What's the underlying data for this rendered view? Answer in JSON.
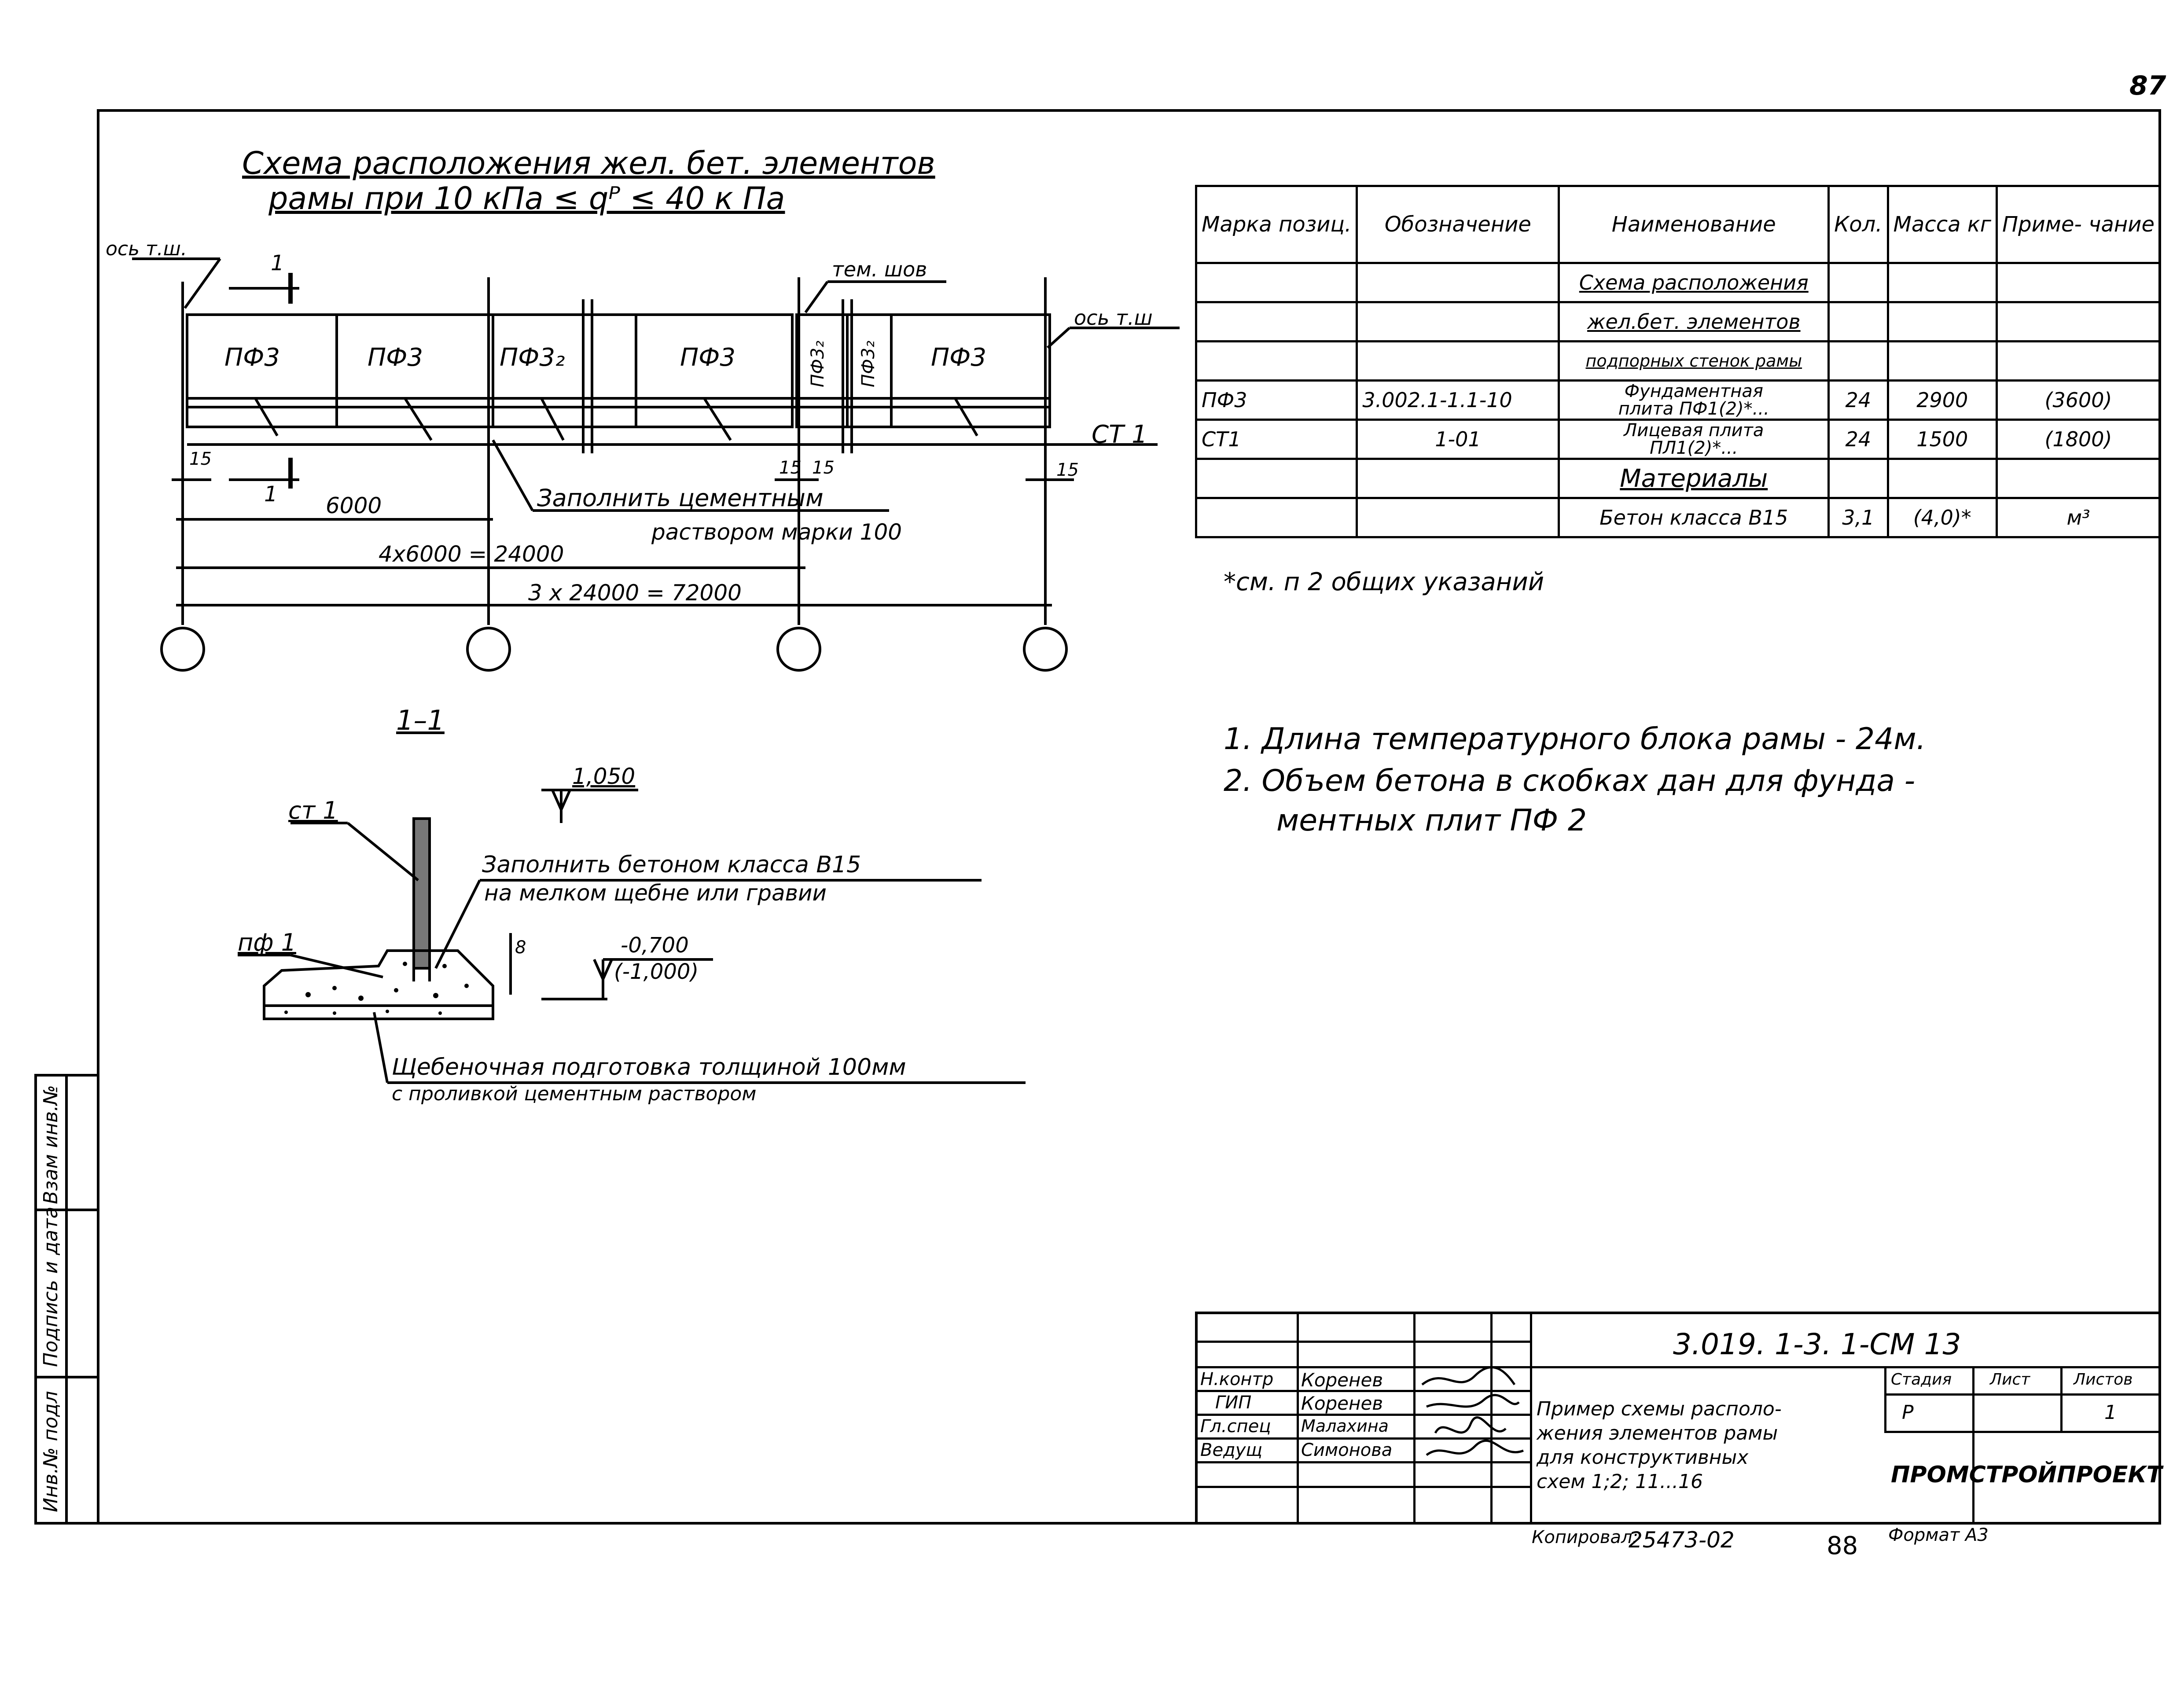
{
  "page": {
    "number": "87"
  },
  "scheme": {
    "title_line1": "Схема расположения жел. бет. элементов",
    "title_line2": "рамы при 10 кПа ≤ qᴾ ≤ 40 к Па",
    "axis_left": "ось т.ш.",
    "axis_right": "ось т.ш",
    "temp_joint": "тем. шов",
    "section_mark": "1",
    "slabs": [
      "ПФ3",
      "ПФ3",
      "ПФ3₂",
      "ПФ3",
      "ПФ3₂",
      "ПФ3₂",
      "ПФ3"
    ],
    "wall_label": "СТ 1",
    "gap_15": "15",
    "dim_6000": "6000",
    "dim_24000": "4х6000 = 24000",
    "dim_72000": "3 х 24000 = 72000",
    "fill_note_line1": "Заполнить цементным",
    "fill_note_line2": "раствором марки 100"
  },
  "section": {
    "title": "1–1",
    "level_top": "1,050",
    "wall_label": "ст 1",
    "slab_label": "пф 1",
    "fill_note_line1": "Заполнить бетоном класса В15",
    "fill_note_line2": "на мелком щебне или гравии",
    "level_bottom": "-0,700",
    "level_bottom_alt": "(-1,000)",
    "dim_side": "8",
    "gravel_line1": "Щебеночная подготовка толщиной 100мм",
    "gravel_line2": "с проливкой цементным раствором"
  },
  "spec_table": {
    "headers": {
      "mark": "Марка позиц.",
      "designation": "Обозначение",
      "name": "Наименование",
      "qty": "Кол.",
      "mass": "Масса кг",
      "note": "Приме- чание"
    },
    "group_lines": [
      "Схема расположения",
      "жел.бет. элементов",
      "подпорных стенок рамы"
    ],
    "rows": [
      {
        "mark": "ПФ3",
        "designation": "3.002.1-1.1-10",
        "name_line1": "Фундаментная",
        "name_line2": "плита ПФ1(2)*...",
        "qty": "24",
        "mass": "2900",
        "note": "(3600)"
      },
      {
        "mark": "СТ1",
        "designation": "1-01",
        "name_line1": "Лицевая плита",
        "name_line2": "ПЛ1(2)*...",
        "qty": "24",
        "mass": "1500",
        "note": "(1800)"
      }
    ],
    "materials_header": "Материалы",
    "material": {
      "name": "Бетон класса В15",
      "qty": "3,1",
      "mass": "(4,0)*",
      "note": "м³"
    }
  },
  "footnote": "*см. п 2 общих указаний",
  "notes": [
    "1. Длина температурного блока рамы - 24м.",
    "2. Объем бетона в скобках дан для фунда -",
    "ментных плит ПФ 2"
  ],
  "side_stamp": [
    "Инв.№ подл",
    "Подпись и дата",
    "Взам инв.№"
  ],
  "title_block": {
    "code": "3.019. 1-3. 1-СМ 13",
    "roles": [
      "Н.контр",
      "ГИП",
      "Гл.спец",
      "Ведущ"
    ],
    "names": [
      "Коренев",
      "Коренев",
      "Малахина",
      "Симонова"
    ],
    "title_line1": "Пример схемы располо-",
    "title_line2": "жения элементов рамы",
    "title_line3": "для конструктивных",
    "title_line4": "схем 1;2; 11...16",
    "stage_h": "Стадия",
    "sheet_h": "Лист",
    "sheets_h": "Листов",
    "stage": "Р",
    "sheets": "1",
    "org": "ПРОМСТРОЙПРОЕКТ"
  },
  "bottom": {
    "copied": "Копировал:",
    "order": "25473-02",
    "page": "88",
    "format": "Формат А3"
  }
}
